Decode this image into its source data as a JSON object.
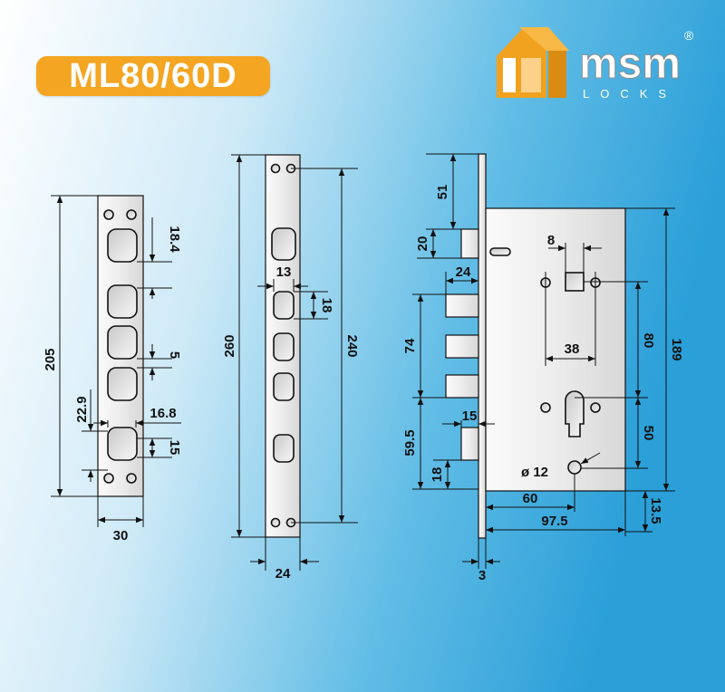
{
  "title": "ML80/60D",
  "brand": {
    "name": "msm",
    "sub": "LOCKS",
    "registered": "®"
  },
  "colors": {
    "badge": "#f4a623",
    "bg_left": "#ffffff",
    "bg_right": "#2a9fd8",
    "logo": "#f0a21f"
  },
  "left_plate": {
    "labels": {
      "overall": "205",
      "width": "30",
      "hole_h": "18.4",
      "gap": "5",
      "offset": "22.9",
      "slot_w": "16.8",
      "slot_h": "15"
    }
  },
  "middle_plate": {
    "labels": {
      "overall": "260",
      "inner": "240",
      "width": "24",
      "hole_w": "13",
      "hole_h": "18"
    }
  },
  "lock_body": {
    "labels": {
      "top": "51",
      "latch": "20",
      "bolt_w": "24",
      "bolts": "74",
      "lower": "59.5",
      "lower_w": "15",
      "bottom": "18",
      "spindle_gap": "8",
      "cyl_holes": "38",
      "center": "80",
      "height": "189",
      "lower_center": "50",
      "diameter": "ø 12",
      "backset": "60",
      "depth": "97.5",
      "foot": "13.5",
      "face": "3"
    }
  }
}
